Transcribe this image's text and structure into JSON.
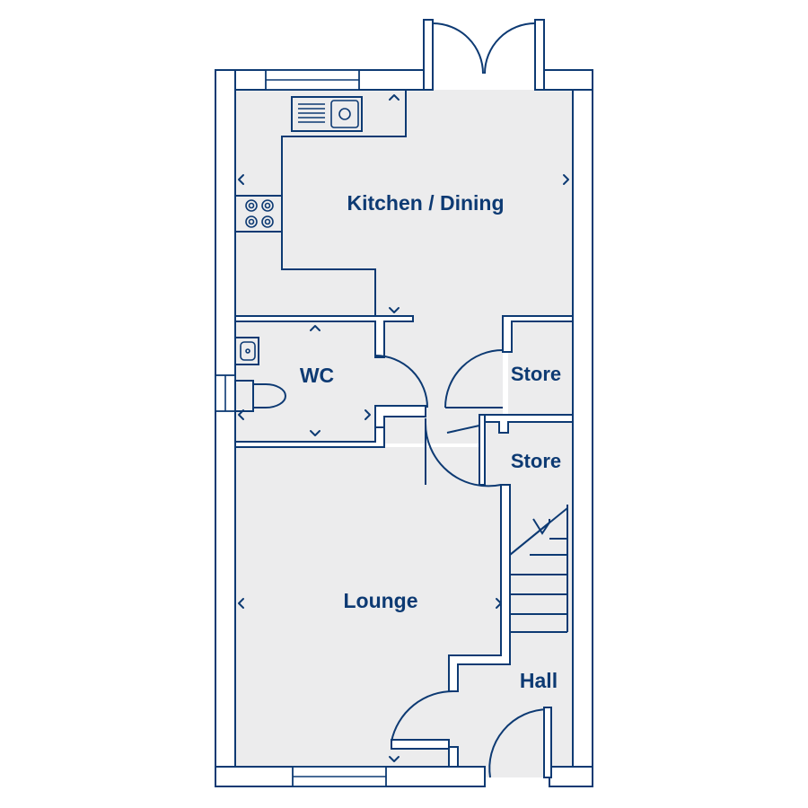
{
  "colors": {
    "line": "#0d3a73",
    "floor": "#ececed",
    "background": "#ffffff"
  },
  "rooms": {
    "kitchen_dining": "Kitchen / Dining",
    "wc": "WC",
    "store_upper": "Store",
    "store_lower": "Store",
    "lounge": "Lounge",
    "hall": "Hall"
  },
  "fixtures": [
    "sink-icon",
    "hob-icon",
    "basin-icon",
    "toilet-icon",
    "staircase-icon"
  ]
}
